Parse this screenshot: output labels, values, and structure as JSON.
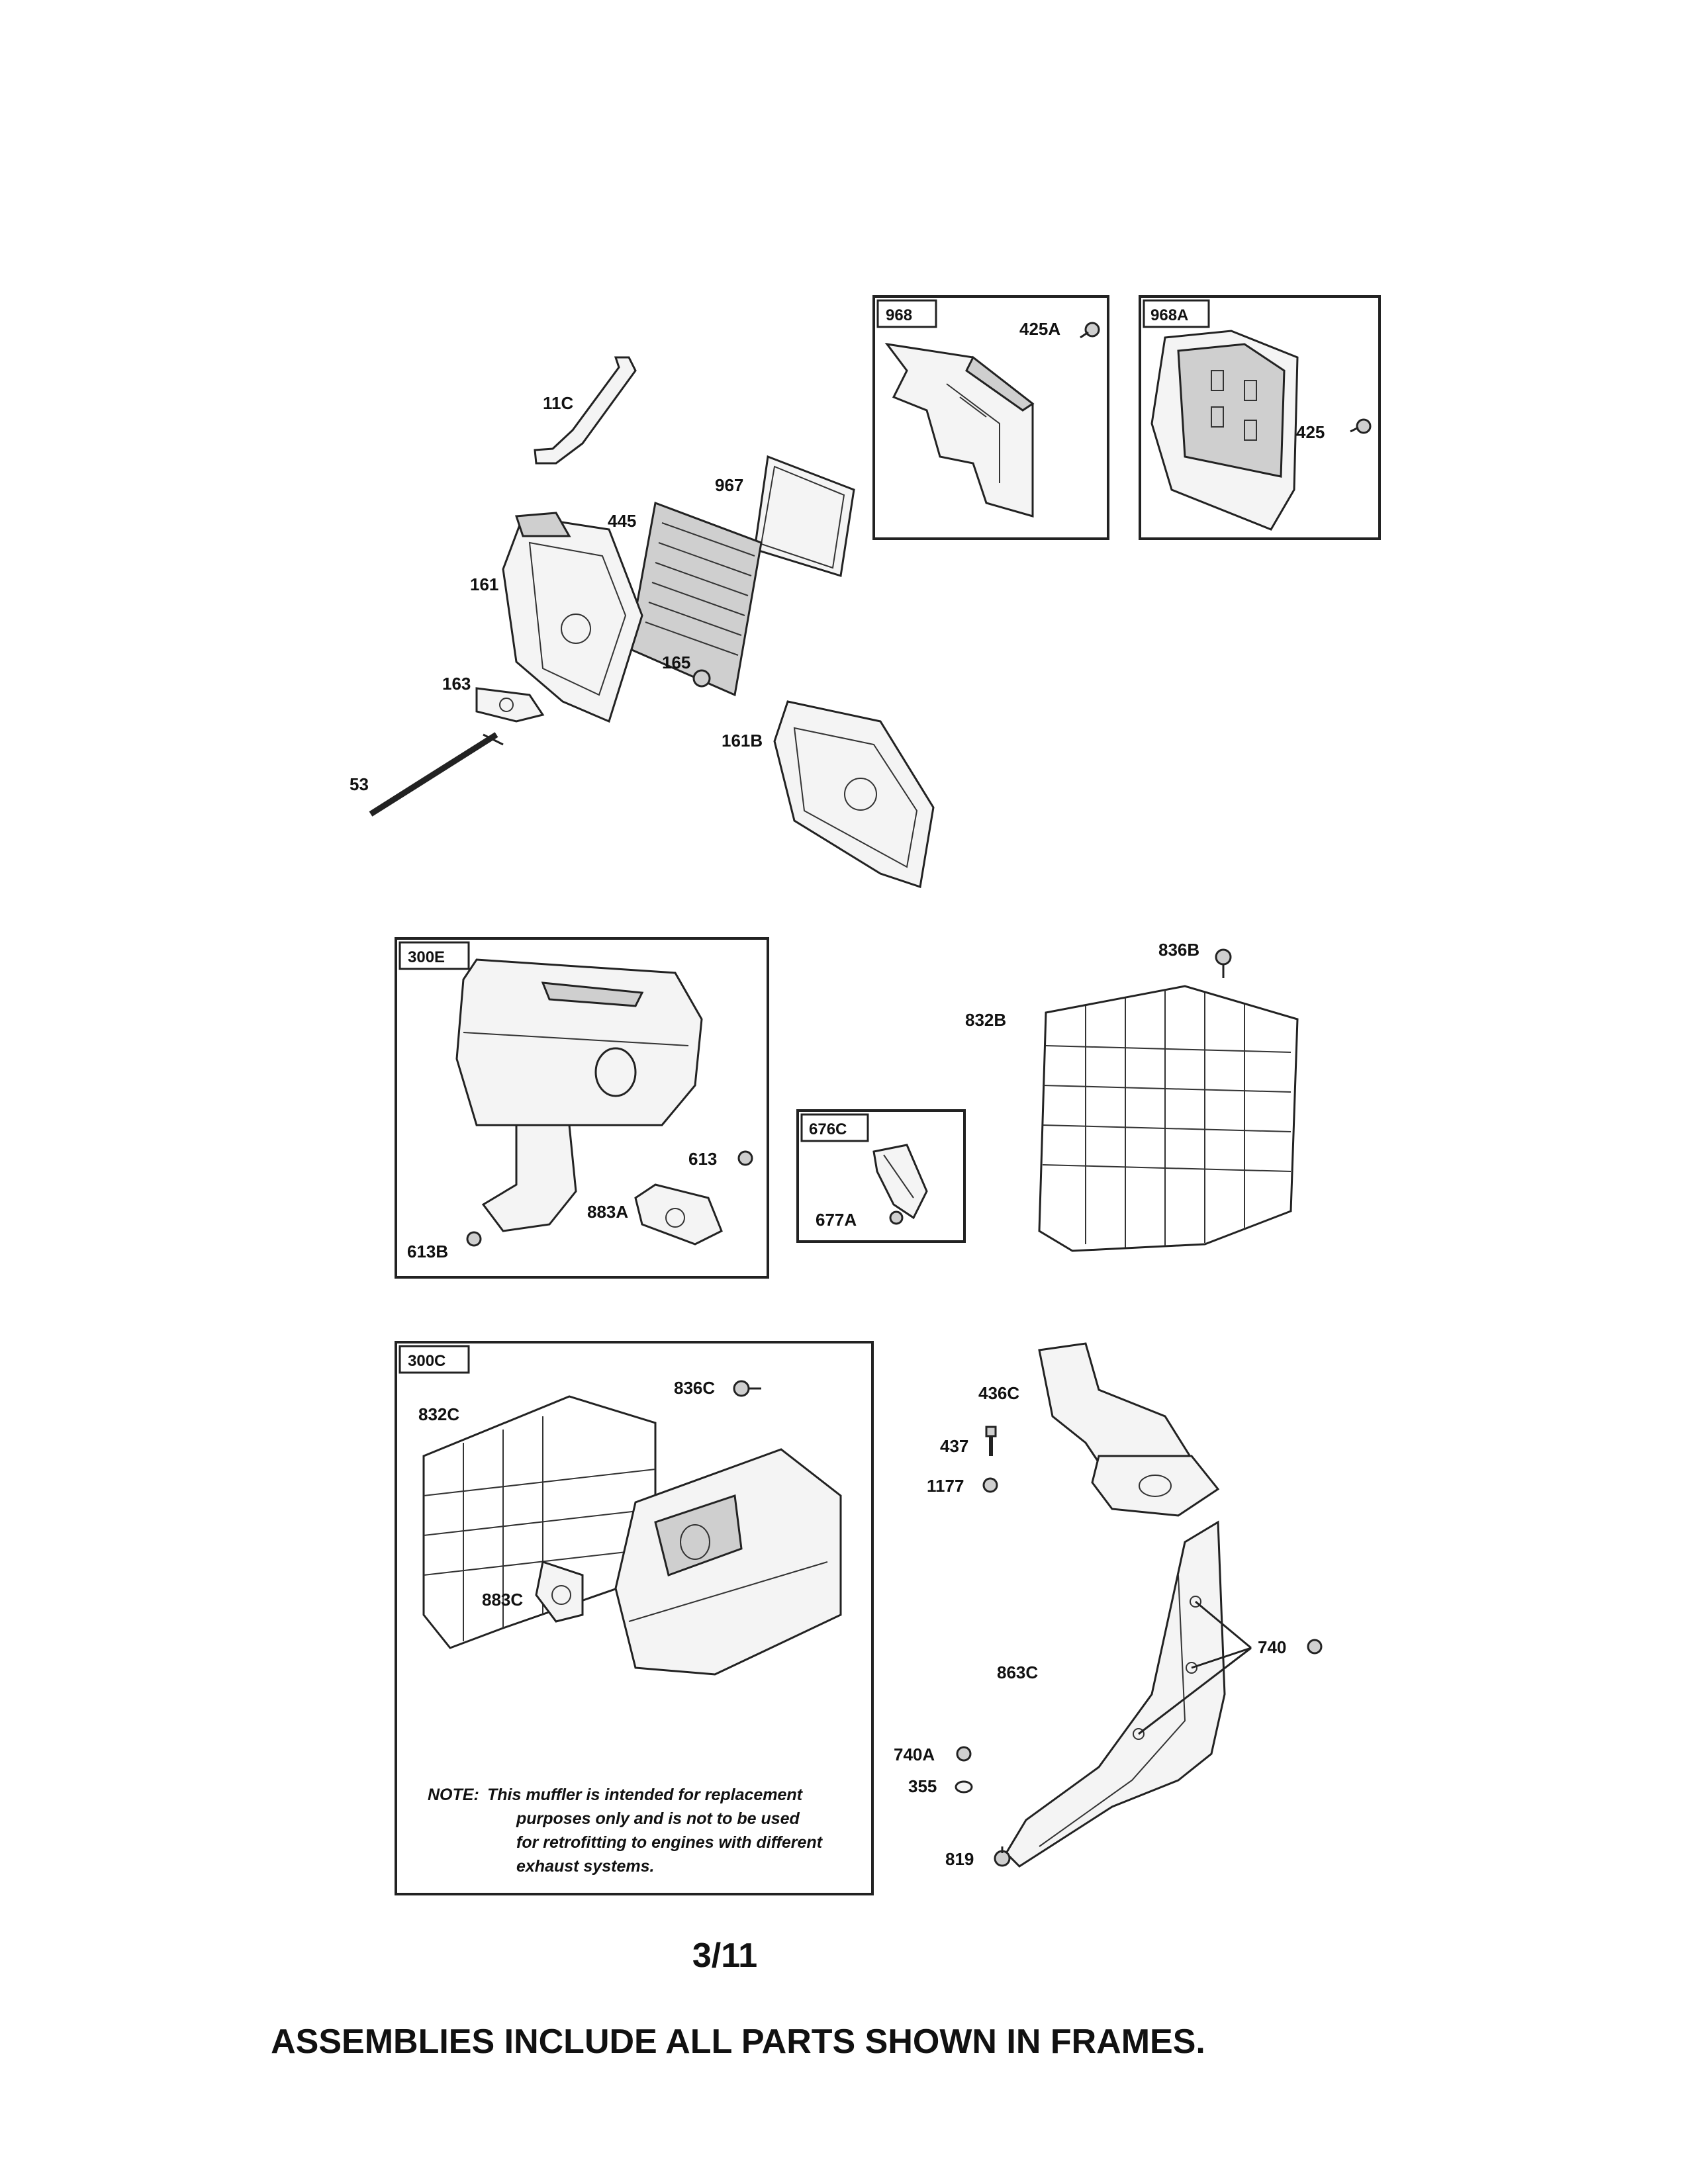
{
  "frames": {
    "air_cleaner_cover": "968",
    "air_cleaner_cover_alt": "968A",
    "muffler_e": "300E",
    "deflector": "676C",
    "muffler_c": "300C"
  },
  "parts": {
    "p11C": "11C",
    "p425A": "425A",
    "p425": "425",
    "p967": "967",
    "p445": "445",
    "p161": "161",
    "p165": "165",
    "p163": "163",
    "p53": "53",
    "p161B": "161B",
    "p836B": "836B",
    "p832B": "832B",
    "p613": "613",
    "p883A": "883A",
    "p613B": "613B",
    "p677A": "677A",
    "p836C": "836C",
    "p832C": "832C",
    "p883C": "883C",
    "p436C": "436C",
    "p437": "437",
    "p1177": "1177",
    "p740": "740",
    "p863C": "863C",
    "p740A": "740A",
    "p355": "355",
    "p819": "819"
  },
  "note": {
    "prefix": "NOTE:",
    "line1": "This muffler is intended for replacement",
    "line2": "purposes only and is not to be used",
    "line3": "for retrofitting to engines with different",
    "line4": "exhaust systems."
  },
  "page_number": "3/11",
  "footer": "ASSEMBLIES INCLUDE ALL PARTS SHOWN IN FRAMES."
}
